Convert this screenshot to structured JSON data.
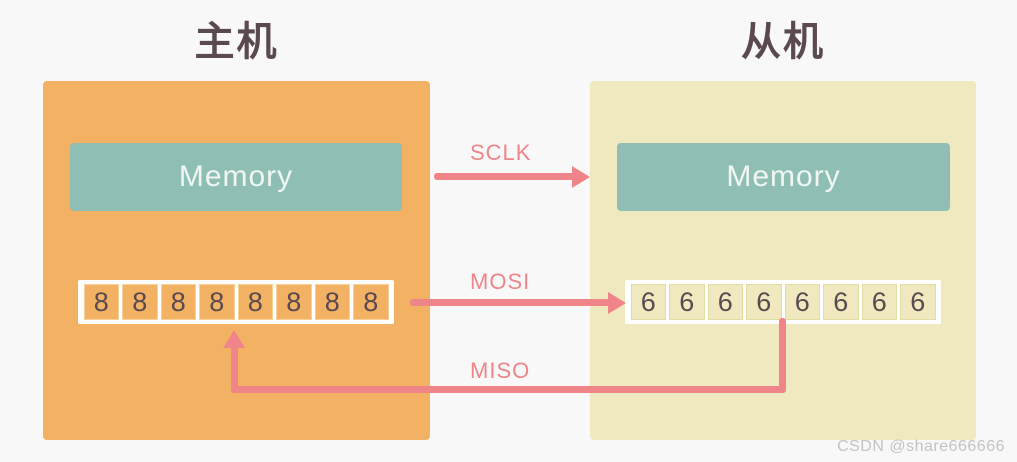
{
  "diagram": {
    "background_color": "#f8f8f9",
    "master": {
      "title": "主机",
      "panel_color": "#f3b263",
      "memory_label": "Memory",
      "memory_color": "#8fbfb4",
      "register_bits": [
        "8",
        "8",
        "8",
        "8",
        "8",
        "8",
        "8",
        "8"
      ]
    },
    "slave": {
      "title": "从机",
      "panel_color": "#f0e9c0",
      "memory_label": "Memory",
      "memory_color": "#8fbfb4",
      "register_bits": [
        "6",
        "6",
        "6",
        "6",
        "6",
        "6",
        "6",
        "6"
      ]
    },
    "signals": [
      {
        "name": "SCLK",
        "label": "SCLK",
        "direction": "master-to-slave",
        "color": "#ef8588"
      },
      {
        "name": "MOSI",
        "label": "MOSI",
        "direction": "master-to-slave",
        "color": "#ef8588"
      },
      {
        "name": "MISO",
        "label": "MISO",
        "direction": "slave-to-master",
        "color": "#ef8588"
      }
    ],
    "title_color": "#5a4a4f",
    "watermark": "CSDN @share666666"
  }
}
